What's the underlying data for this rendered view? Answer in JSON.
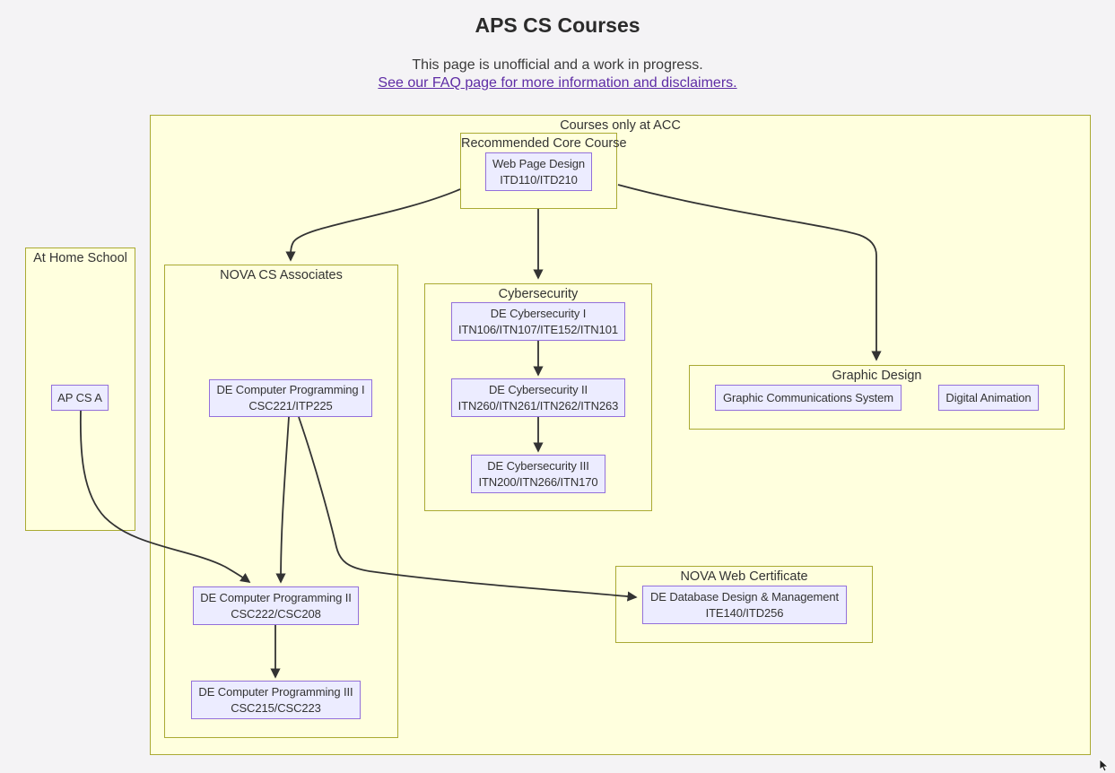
{
  "page": {
    "title": "APS CS Courses",
    "subtitle": "This page is unofficial and a work in progress.",
    "faq_link": "See our FAQ page for more information and disclaimers."
  },
  "colors": {
    "page_background": "#f4f3f5",
    "group_fill": "#ffffde",
    "group_border": "#aaaa33",
    "node_fill": "#ececff",
    "node_border": "#9370db",
    "edge": "#333333",
    "link": "#5e2ca5",
    "text": "#333333"
  },
  "groups": {
    "acc": {
      "label": "Courses only at ACC"
    },
    "core": {
      "label": "Recommended Core Course"
    },
    "home": {
      "label": "At Home School"
    },
    "novacs": {
      "label": "NOVA CS Associates"
    },
    "cyber": {
      "label": "Cybersecurity"
    },
    "graphic": {
      "label": "Graphic Design"
    },
    "novaweb": {
      "label": "NOVA Web Certificate"
    }
  },
  "nodes": {
    "webpage": {
      "label": "Web Page Design",
      "code": "ITD110/ITD210"
    },
    "apcsa": {
      "label": "AP CS A"
    },
    "prog1": {
      "label": "DE Computer Programming I",
      "code": "CSC221/ITP225"
    },
    "prog2": {
      "label": "DE Computer Programming II",
      "code": "CSC222/CSC208"
    },
    "prog3": {
      "label": "DE Computer Programming III",
      "code": "CSC215/CSC223"
    },
    "cyber1": {
      "label": "DE Cybersecurity I",
      "code": "ITN106/ITN107/ITE152/ITN101"
    },
    "cyber2": {
      "label": "DE Cybersecurity II",
      "code": "ITN260/ITN261/ITN262/ITN263"
    },
    "cyber3": {
      "label": "DE Cybersecurity III",
      "code": "ITN200/ITN266/ITN170"
    },
    "gcs": {
      "label": "Graphic Communications System"
    },
    "danim": {
      "label": "Digital Animation"
    },
    "db": {
      "label": "DE Database Design & Management",
      "code": "ITE140/ITD256"
    }
  },
  "edges": [
    {
      "from": "Recommended Core Course",
      "to": "NOVA CS Associates"
    },
    {
      "from": "Recommended Core Course",
      "to": "Cybersecurity"
    },
    {
      "from": "Recommended Core Course",
      "to": "Graphic Design"
    },
    {
      "from": "AP CS A",
      "to": "DE Computer Programming II"
    },
    {
      "from": "DE Computer Programming I",
      "to": "DE Computer Programming II"
    },
    {
      "from": "DE Computer Programming I",
      "to": "DE Database Design & Management"
    },
    {
      "from": "DE Cybersecurity I",
      "to": "DE Cybersecurity II"
    },
    {
      "from": "DE Cybersecurity II",
      "to": "DE Cybersecurity III"
    },
    {
      "from": "DE Computer Programming II",
      "to": "DE Computer Programming III"
    }
  ]
}
